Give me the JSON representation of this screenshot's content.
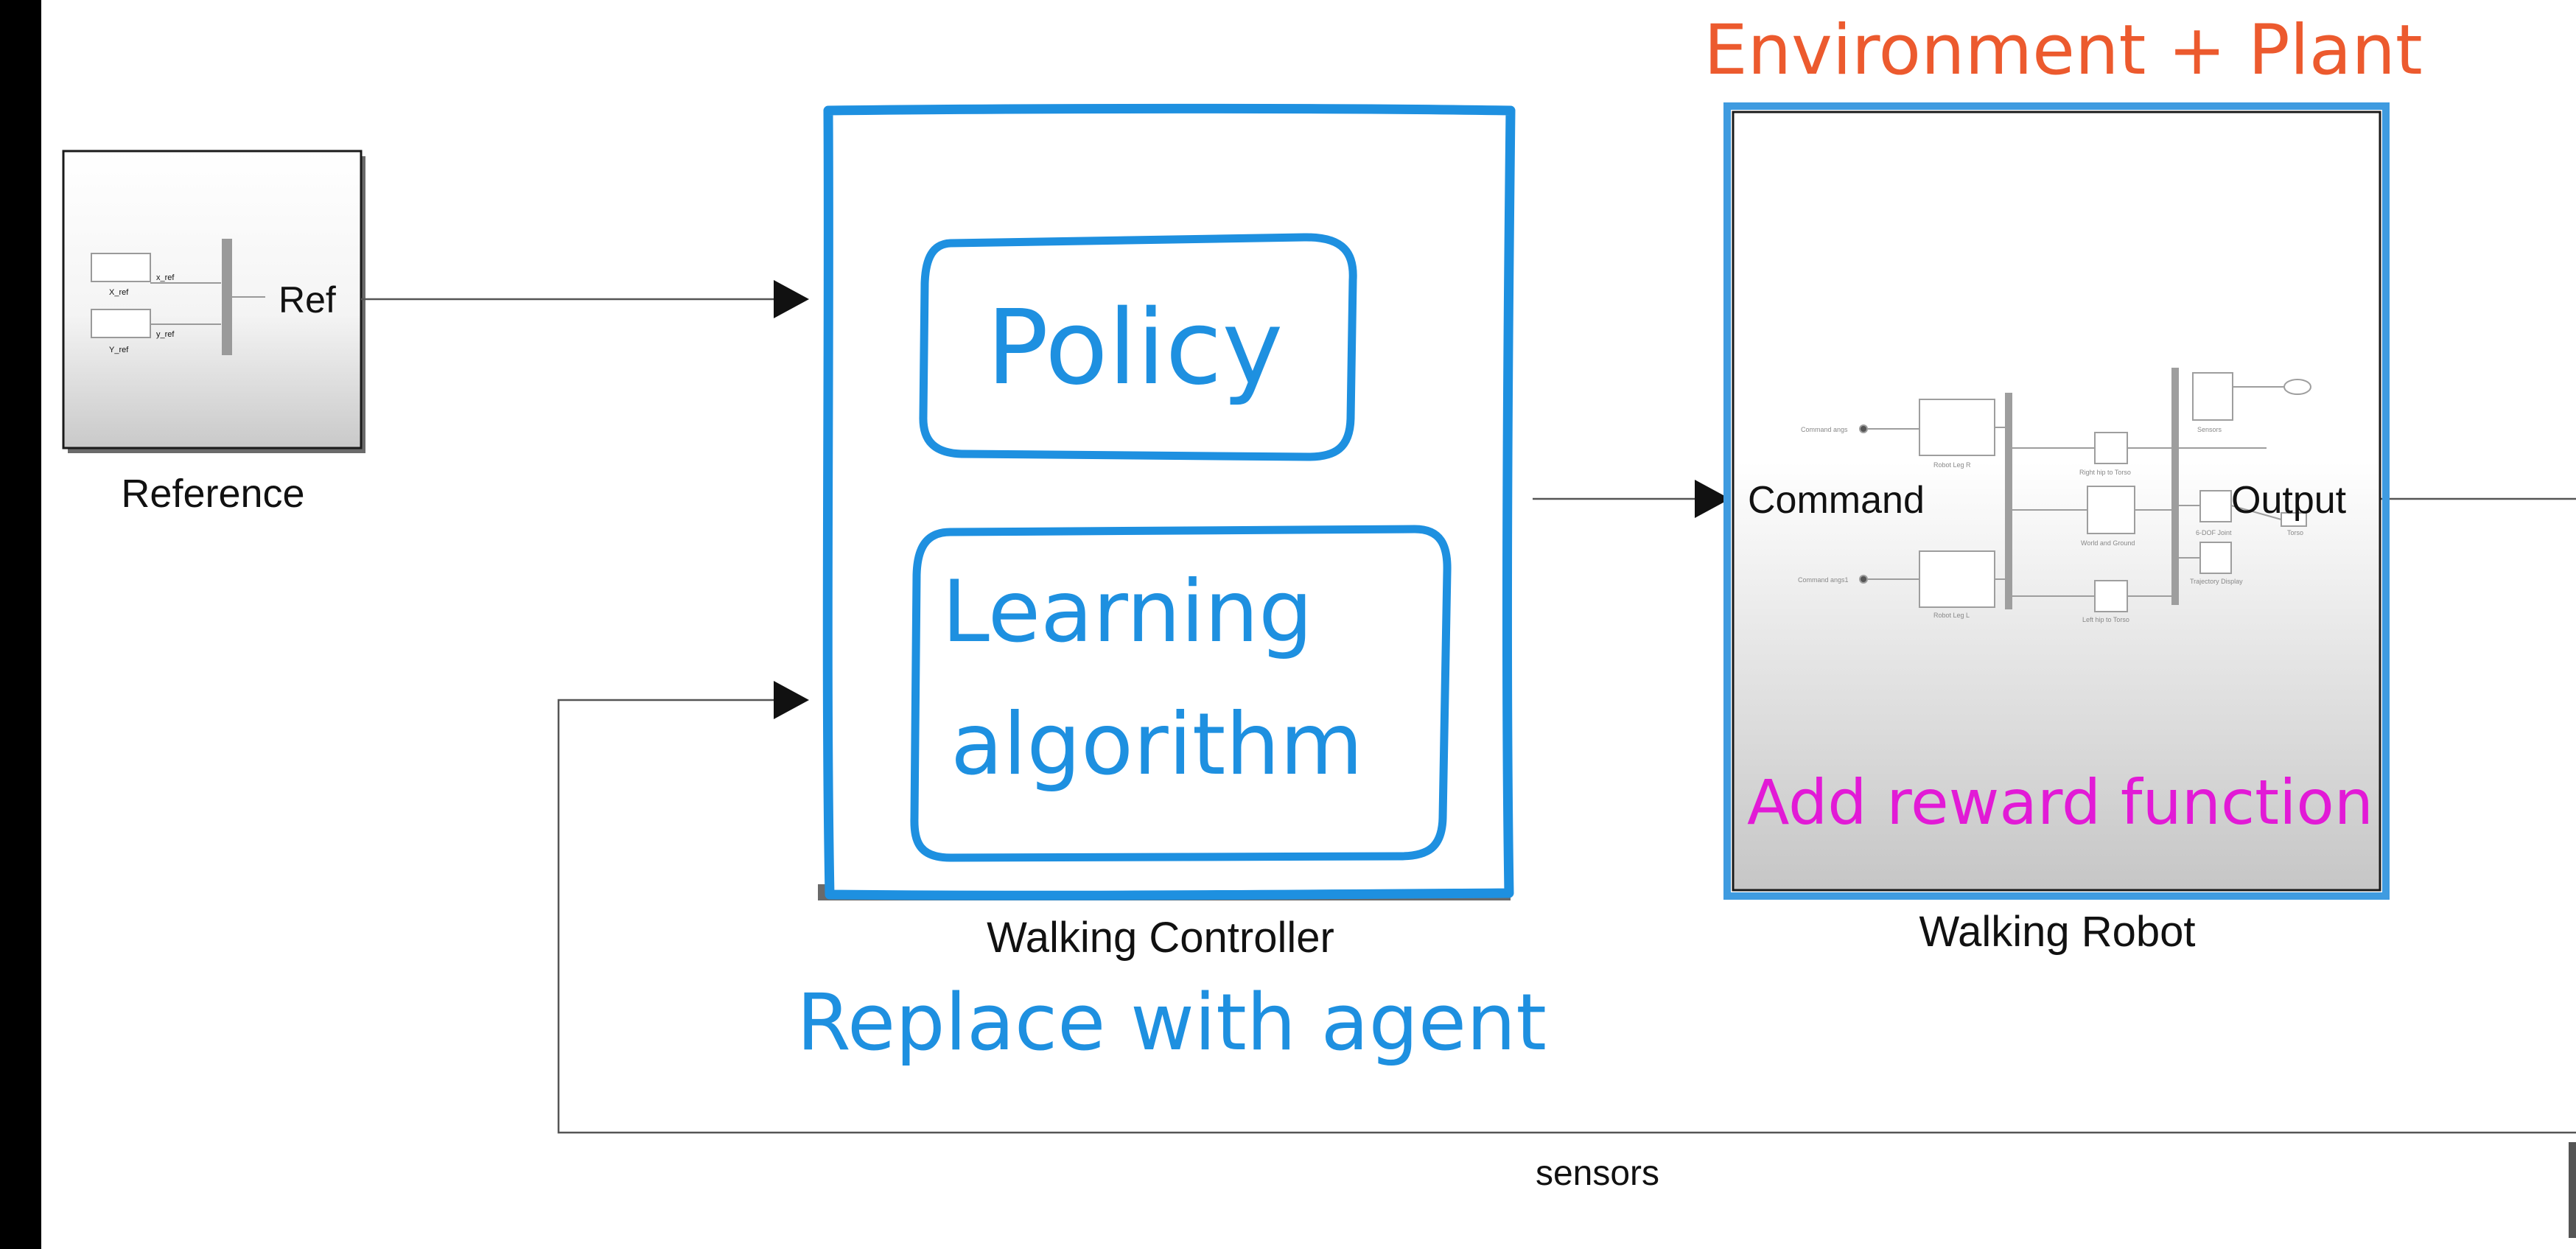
{
  "annotations": {
    "environment_plant": "Environment + Plant",
    "policy": "Policy",
    "learning_line1": "Learning",
    "learning_line2": "algorithm",
    "replace_with_agent": "Replace with agent",
    "add_reward_function": "Add reward function"
  },
  "blocks": {
    "reference": {
      "label": "Reference",
      "output_port": "Ref",
      "inner": {
        "x_ref": "X_ref",
        "y_ref": "Y_ref",
        "x_sig": "x_ref",
        "y_sig": "y_ref"
      }
    },
    "walking_controller": {
      "label": "Walking Controller"
    },
    "walking_robot": {
      "label": "Walking Robot",
      "input_port": "Command",
      "output_port": "Output",
      "inner": {
        "cmd_r": "Command angs",
        "cmd_l": "Command angs1",
        "leg_r": "Robot Leg R",
        "leg_l": "Robot Leg L",
        "hip_r": "Right hip to Torso",
        "hip_l": "Left hip to Torso",
        "world": "World and Ground",
        "sensors": "Sensors",
        "sixdof": "6-DOF Joint",
        "traj": "Trajectory Display",
        "torso": "Torso"
      }
    }
  },
  "signals": {
    "feedback": "sensors"
  },
  "colors": {
    "annotation_blue": "#1e90e0",
    "annotation_orange": "#ec5a2e",
    "annotation_magenta": "#e21ad6",
    "wire": "#555555"
  }
}
